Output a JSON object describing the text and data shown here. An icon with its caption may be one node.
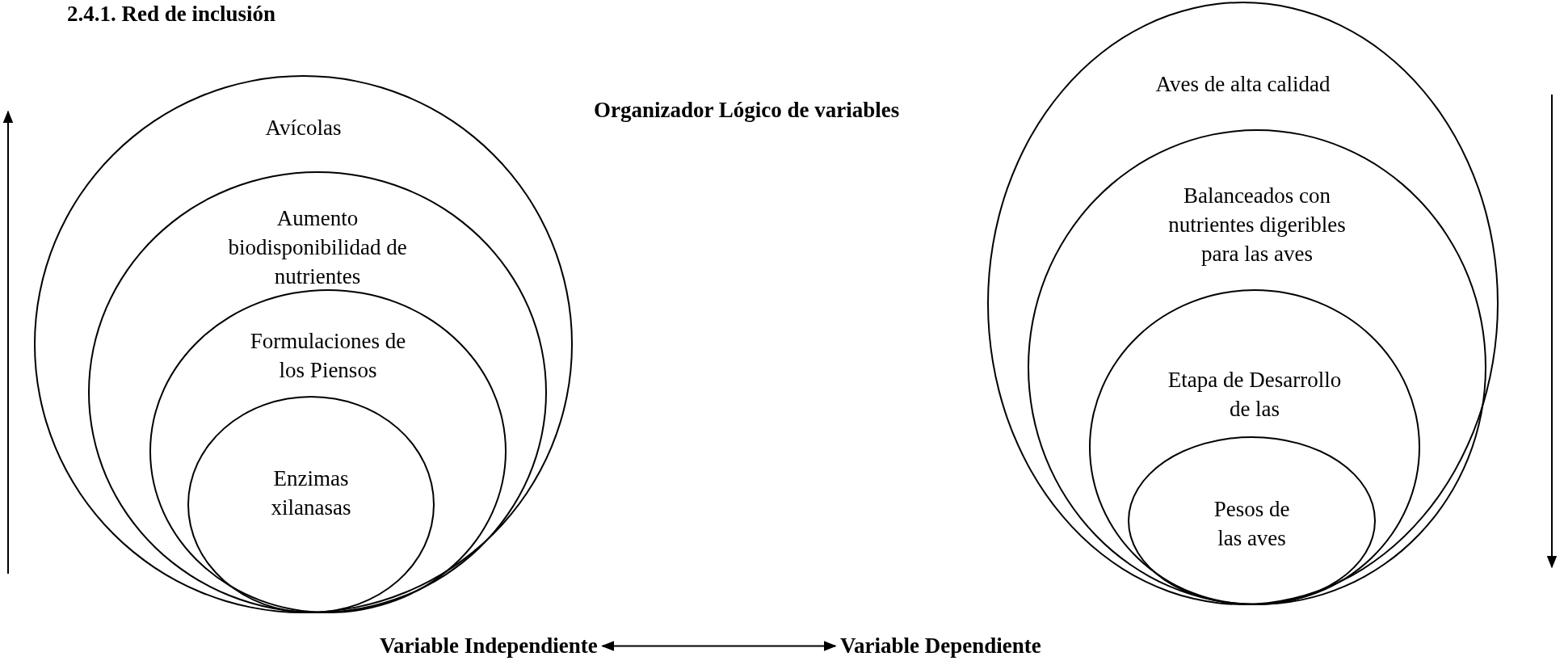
{
  "diagram": {
    "title": "Organizador Lógico de variables",
    "nodes": [
      {
        "text": [
          "Avícolas"
        ]
      },
      {
        "text": [
          "Aumento biodisponibilidad de nutrientes"
        ],
        "in": 0
      },
      {
        "text": [
          "Formulaciones de los Piensos"
        ],
        "in": 1
      },
      {
        "text": [
          "Enzimas xilanasas"
        ],
        "in": 2
      },
      {
        "text": [
          "Aves de alta calidad"
        ]
      },
      {
        "text": [
          "Balanceados con nutrientes digeribles para las aves"
        ],
        "in": 4
      },
      {
        "text": [
          "Etapa de Desarrollo de las"
        ],
        "in": 5
      },
      {
        "text": [
          "Pesos de las aves"
        ],
        "in": 6
      },
      {
        "text": [
          "Variable Independiente"
        ]
      },
      {
        "text": [
          "Variable Dependiente"
        ]
      }
    ],
    "edges": [
      {
        "from": 8,
        "to": 9,
        "arrow": "both"
      }
    ],
    "labels": [
      "2.4.1. Red de inclusión"
    ]
  }
}
